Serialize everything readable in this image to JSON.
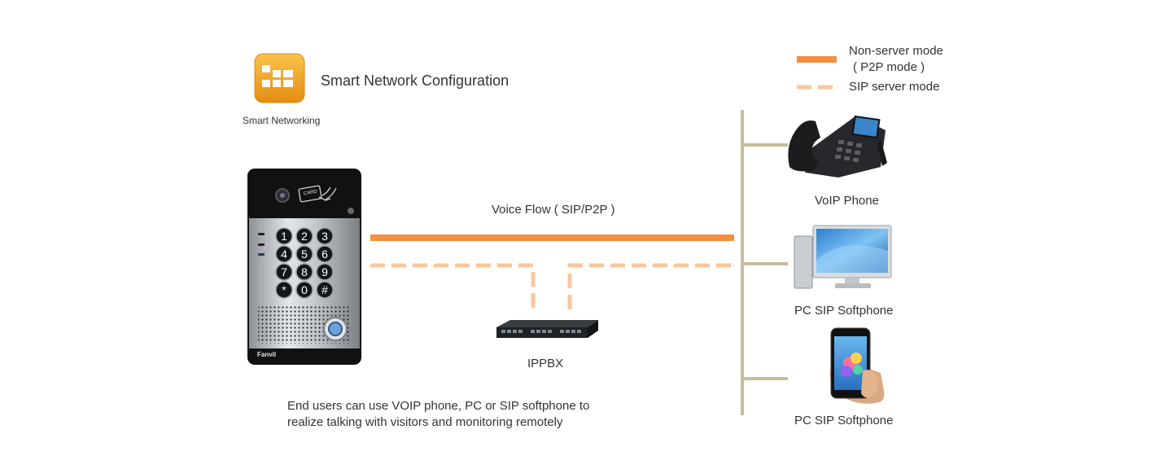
{
  "header": {
    "app_icon": "smart-networking-icon",
    "app_icon_label": "Smart Networking",
    "title": "Smart Network Configuration"
  },
  "legend": {
    "solid_label_line1": "Non-server mode",
    "solid_label_line2": "( P2P mode )",
    "dashed_label": "SIP server mode",
    "solid_color": "#f28e3f",
    "dashed_color": "#f9c79c"
  },
  "flow": {
    "voice_label": "Voice Flow ( SIP/P2P )",
    "ippbx_label": "IPPBX"
  },
  "keypad": {
    "brand": "Fanvil",
    "card_label": "CARD",
    "keys": [
      "1",
      "2",
      "3",
      "4",
      "5",
      "6",
      "7",
      "8",
      "9",
      "*",
      "0",
      "#"
    ]
  },
  "endpoints": [
    {
      "label": "VoIP Phone",
      "icon": "voip-phone-icon"
    },
    {
      "label": "PC SIP Softphone",
      "icon": "desktop-computer-icon"
    },
    {
      "label": "PC SIP Softphone",
      "icon": "smartphone-icon"
    }
  ],
  "description": {
    "line1": "End users can use VOIP phone, PC or SIP softphone to",
    "line2": "realize talking with visitors and monitoring remotely"
  },
  "colors": {
    "bus": "#c9bc9b",
    "app_icon": "#f0a423"
  }
}
